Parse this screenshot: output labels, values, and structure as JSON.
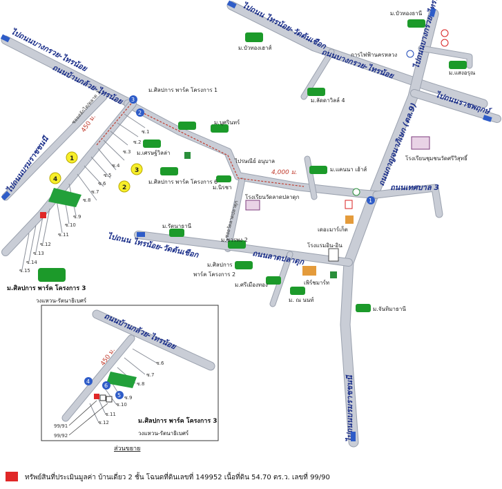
{
  "colors": {
    "road": "#c9cdd6",
    "subject": "#e02727",
    "landmark": "#1c9a2a",
    "distance": "#c0392b",
    "marker_yellow": "#f7ee2a",
    "marker_blue": "#2e5cc8"
  },
  "roads": {
    "r1": "ไปถนน ไทรน้อย-วัดต้นเชือก",
    "r2": "ถนนบางกรวย-ไทรน้อย",
    "r3": "ถนนบ้านกล้วย-ไทรน้อย",
    "r4": "ไปถนนราชพฤกษ์",
    "r5": "ไปถนนบางกรวย-ไทรน้อย",
    "r6": "ถนนกาญจนาภิเษก (ตล.9)",
    "r7": "ไปถนนบรมราชชนนี",
    "r8": "ไปถนนบางกรวย-ไทรน้อย",
    "r9": "ถนนเทศบาล 3",
    "r10": "ไปถนน ไทรน้อย-วัดต้นเชือก",
    "r11": "ถนนลาดปลาดุก",
    "r12": "ไปถนนบรมราชชนนี",
    "r13": "ซอยวัดลาดปลาดุก",
    "r14": "ซอยสลักได/ตลาด 3",
    "inset_road": "ถนนบ้านกล้วย-ไทรน้อย"
  },
  "places": {
    "p1": "ม.บัวทองธานี",
    "p2": "ม.บัวทองเฮาส์",
    "p3": "การไฟฟ้านครหลวง",
    "p4": "ม.แสงอรุณ",
    "p5": "ม.ศิลปการ พาร์ค โครงการ 1",
    "p6": "ม.ลัดดาวิลล์ 4",
    "p7": "ม.บุศรินทร์",
    "p8": "ม.เศรษฐ์วิลล่า",
    "p9": "ไปรษณีย์ อนุบาล",
    "p10": "ม.ศิลปการ พาร์ค โครงการ 6",
    "p11": "ม.นิรชา",
    "p12": "ม.แคนนา เฮ้าส์",
    "p13": "โรงเรียนชุมชนวัดศรีวิสุทธิ์",
    "p14": "โรงเรียนวัดลาดปลาดุก",
    "p15": "ม.รัตนาธานี",
    "p16": "ม.ชวรพง 2",
    "p17": "เดอะมาร์เก็ต",
    "p18": "โรงแรมอิน-อิน",
    "p19": "ม.ศิลปการ",
    "p20": "พาร์ค โครงการ 2",
    "p21": "เพิร์ชมาร์ท",
    "p22": "ม.ศรีเมืองทอง",
    "p23": "ม. ณ นนท์",
    "p24": "ม.จันทิมาธานี",
    "p25": "ม.ศิลปการ พาร์ค โครงการ 3",
    "p26": "วงแหวน-รัตนาธิเบศร์",
    "p27": "ม.ศิลปการ พาร์ค โครงการ 3",
    "p28": "วงแหวน-รัตนาธิเบศร์"
  },
  "distances": {
    "d1": "450 ม.",
    "d2": "4,000 ม.",
    "d3": "450 ม."
  },
  "sois": [
    "ซ.1",
    "ซ.2",
    "ซ.3",
    "ซ.4",
    "ซ.5",
    "ซ.6",
    "ซ.7",
    "ซ.8",
    "ซ.9",
    "ซ.10",
    "ซ.11",
    "ซ.12",
    "ซ.13",
    "ซ.14",
    "ซ.15"
  ],
  "inset_sois": [
    "ซ.6",
    "ซ.7",
    "ซ.8",
    "ซ.9",
    "ซ.10",
    "ซ.11",
    "ซ.12"
  ],
  "markers": {
    "yellow": [
      "1",
      "2",
      "3",
      "4"
    ],
    "blue": [
      "1",
      "2",
      "3",
      "4",
      "5",
      "6"
    ]
  },
  "plots": {
    "a": "99/91",
    "b": "99/92"
  },
  "inset_caption": "ส่วนขยาย",
  "legend": "ทรัพย์สินที่ประเมินมูลค่า บ้านเดี่ยว 2 ชั้น โฉนดที่ดินเลขที่  149952 เนื้อที่ดิน 54.70 ตร.ว. เลขที่ 99/90"
}
